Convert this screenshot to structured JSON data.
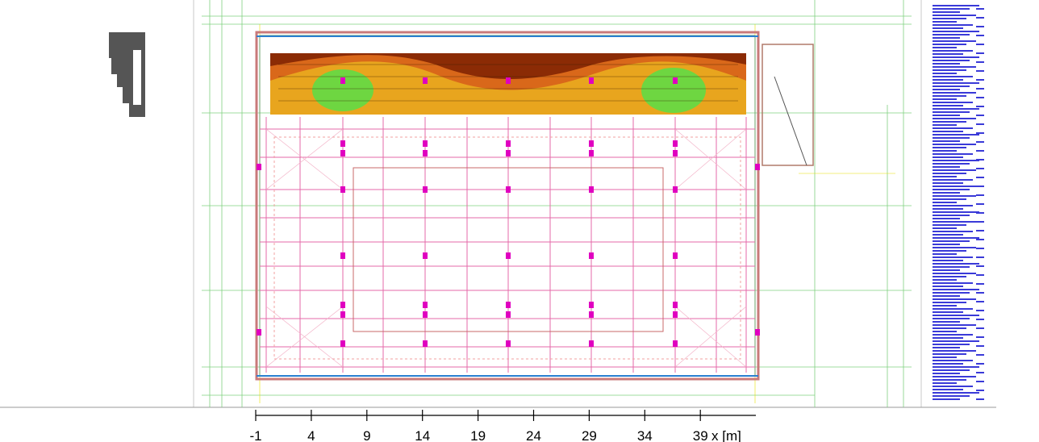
{
  "drawing": {
    "colors": {
      "structure": "#e46aa8",
      "columns": "#e000c0",
      "guides": "#7fd17f",
      "yellow_lines": "#e8e000",
      "seating_dark": "#8b2b05",
      "seating_mid": "#d9681a",
      "seating_light": "#e8a51e",
      "green_zone": "#6ed641",
      "notes_blue": "#3a3ad8"
    }
  },
  "axis": {
    "ticks": [
      "-1",
      "4",
      "9",
      "14",
      "19",
      "24",
      "29",
      "34",
      "39"
    ],
    "unit_label": "x [m]"
  }
}
